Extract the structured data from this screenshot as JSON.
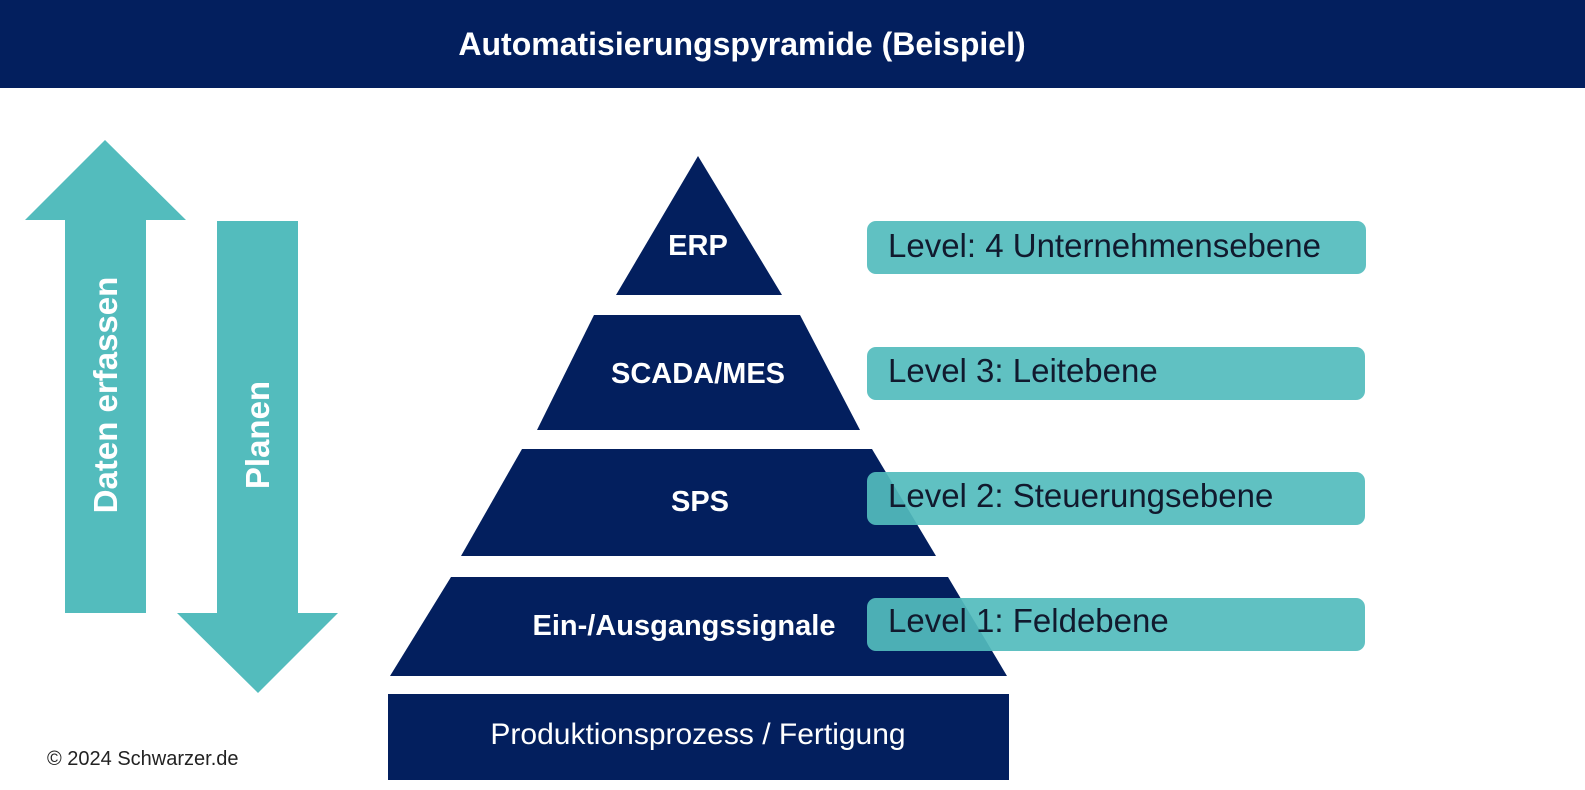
{
  "title": "Automatisierungspyramide (Beispiel)",
  "arrows": {
    "up_label": "Daten erfassen",
    "down_label": "Planen"
  },
  "pyramid": {
    "tiers": [
      "ERP",
      "SCADA/MES",
      "SPS",
      "Ein-/Ausgangssignale"
    ],
    "base": "Produktionsprozess / Fertigung"
  },
  "levels": [
    "Level: 4 Unternehmensebene",
    "Level 3: Leitebene",
    "Level 2: Steuerungsebene",
    "Level 1: Feldebene"
  ],
  "copyright": "© 2024 Schwarzer.de",
  "colors": {
    "navy": "#031f5e",
    "teal": "#53bcbd"
  }
}
